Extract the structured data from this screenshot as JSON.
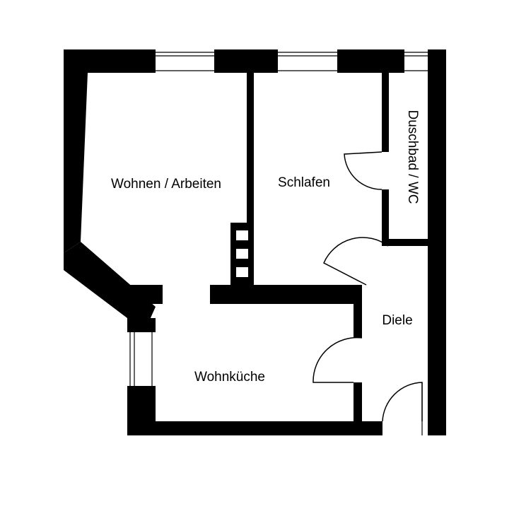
{
  "rooms": {
    "living": "Wohnen / Arbeiten",
    "bedroom": "Schlafen",
    "bathroom": "Duschbad / WC",
    "hall": "Diele",
    "kitchen": "Wohnküche"
  },
  "colors": {
    "wall": "#000000",
    "background": "#ffffff"
  }
}
